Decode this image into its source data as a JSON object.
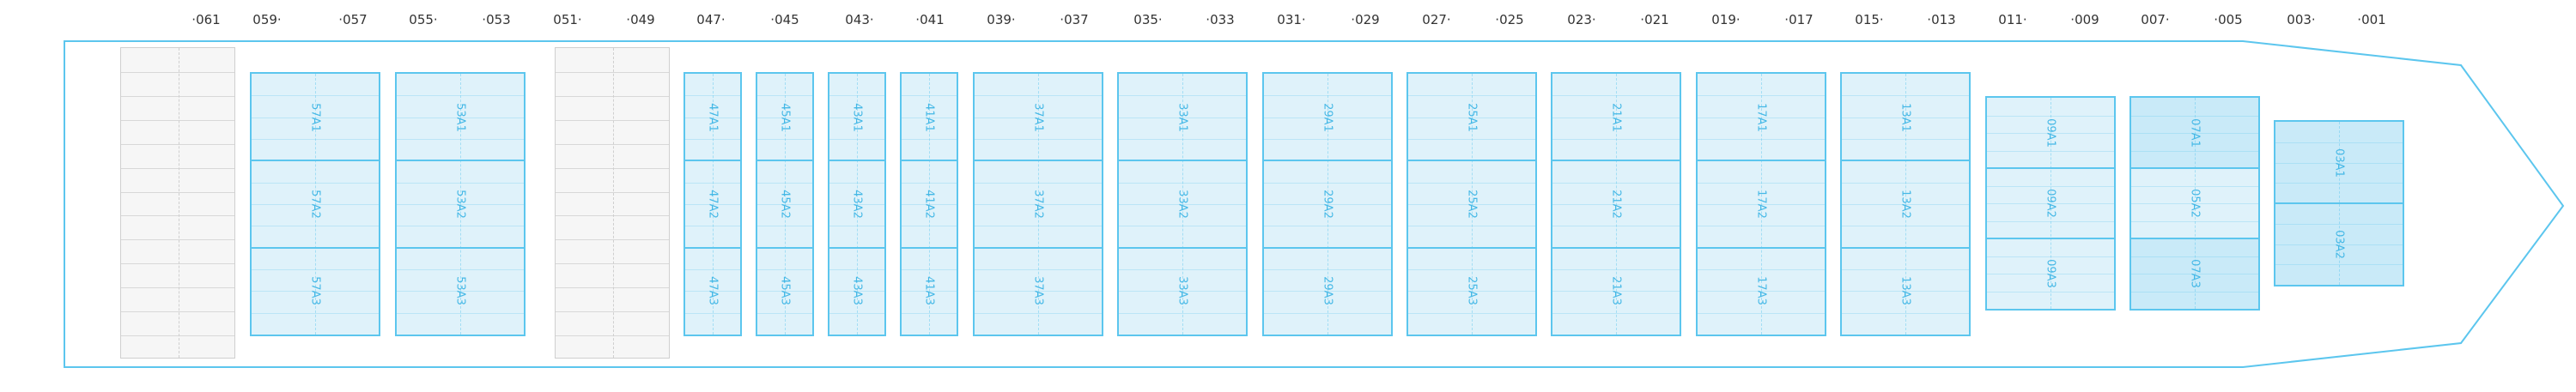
{
  "bay_numbers": [
    "061",
    "059",
    "057",
    "055",
    "053",
    "051",
    "049",
    "047",
    "045",
    "043",
    "041",
    "039",
    "037",
    "035",
    "033",
    "031",
    "029",
    "027",
    "025",
    "023",
    "021",
    "019",
    "017",
    "015",
    "013",
    "011",
    "009",
    "007",
    "005",
    "003",
    "001"
  ],
  "bays": [
    {
      "id": "57",
      "labels": [
        "57A1",
        "57A2",
        "57A3"
      ]
    },
    {
      "id": "53",
      "labels": [
        "53A1",
        "53A2",
        "53A3"
      ]
    },
    {
      "id": "47",
      "labels": [
        "47A1",
        "47A2",
        "47A3"
      ]
    },
    {
      "id": "45",
      "labels": [
        "45A1",
        "45A2",
        "45A3"
      ]
    },
    {
      "id": "43",
      "labels": [
        "43A1",
        "43A2",
        "43A3"
      ]
    },
    {
      "id": "41",
      "labels": [
        "41A1",
        "41A2",
        "41A3"
      ]
    },
    {
      "id": "37",
      "labels": [
        "37A1",
        "37A2",
        "37A3"
      ]
    },
    {
      "id": "33",
      "labels": [
        "33A1",
        "33A2",
        "33A3"
      ]
    },
    {
      "id": "29",
      "labels": [
        "29A1",
        "29A2",
        "29A3"
      ]
    },
    {
      "id": "25",
      "labels": [
        "25A1",
        "25A2",
        "25A3"
      ]
    },
    {
      "id": "21",
      "labels": [
        "21A1",
        "21A2",
        "21A3"
      ]
    },
    {
      "id": "17",
      "labels": [
        "17A1",
        "17A2",
        "17A3"
      ]
    },
    {
      "id": "13",
      "labels": [
        "13A1",
        "13A2",
        "13A3"
      ]
    },
    {
      "id": "09",
      "labels": [
        "09A1",
        "09A2",
        "09A3"
      ]
    },
    {
      "id": "05",
      "labels": [
        "07A1",
        "05A2",
        "07A3"
      ]
    },
    {
      "id": "03",
      "labels": [
        "03A1",
        "03A2"
      ]
    }
  ],
  "colors": {
    "hull": "#5cc6ee",
    "stack_fill": "#dff2fa",
    "stack_highlight": "#c9eaf8",
    "label": "#45b8e6",
    "empty_fill": "#f6f6f6"
  }
}
